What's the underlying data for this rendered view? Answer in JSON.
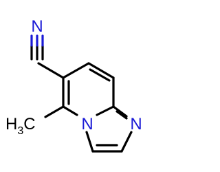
{
  "molecule": {
    "atoms": {
      "nitrile_n": {
        "symbol": "N",
        "color": "#1a1ad6"
      },
      "ring_n": {
        "symbol": "N",
        "color": "#1a1ad6"
      },
      "bridge_n": {
        "symbol": "N",
        "color": "#1a1ad6"
      },
      "methyl": {
        "main": "H",
        "subscript": "3",
        "tail": "C",
        "color": "#000000"
      }
    }
  }
}
